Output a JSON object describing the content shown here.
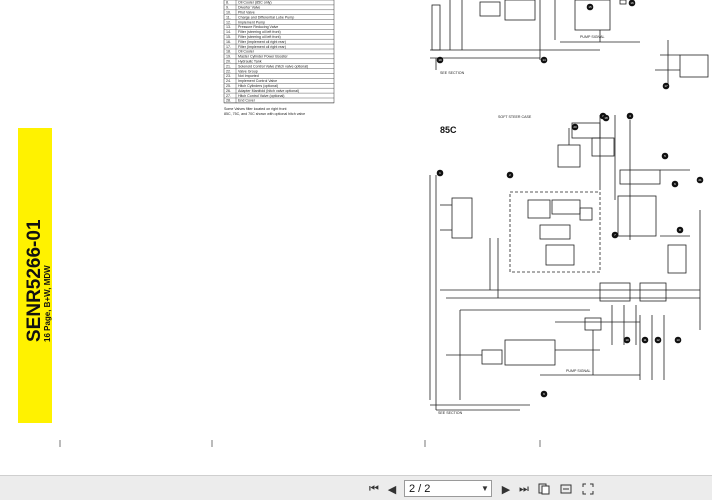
{
  "document": {
    "spine_code": "SENR5266-01",
    "spine_subtitle": "16 Page, B+W, MDW",
    "spine_color": "#fff200",
    "diagram_label": "85C",
    "legend_rows": [
      {
        "num": "8.",
        "text": "Oil Cooler (85C only)"
      },
      {
        "num": "9.",
        "text": "Diverter Valve"
      },
      {
        "num": "10.",
        "text": "Pilot Valve"
      },
      {
        "num": "11.",
        "text": "Charge and Differential Lube Pump"
      },
      {
        "num": "12.",
        "text": "Implement Pump"
      },
      {
        "num": "13.",
        "text": "Pressure Reducing Valve"
      },
      {
        "num": "14.",
        "text": "Filter (steering oil left front)"
      },
      {
        "num": "15.",
        "text": "Filter (steering oil left front)"
      },
      {
        "num": "16.",
        "text": "Filter (implement oil right rear)"
      },
      {
        "num": "17.",
        "text": "Filter (implement oil right rear)"
      },
      {
        "num": "18.",
        "text": "Oil Cooler"
      },
      {
        "num": "19.",
        "text": "Master Cylinder Power Booster"
      },
      {
        "num": "20.",
        "text": "Hydraulic Tank"
      },
      {
        "num": "21.",
        "text": "Solenoid Control Valve (hitch valve optional)"
      },
      {
        "num": "22.",
        "text": "Valve Group"
      },
      {
        "num": "23.",
        "text": "Not Imported"
      },
      {
        "num": "24.",
        "text": "Implement Control Valve"
      },
      {
        "num": "25.",
        "text": "Hitch Cylinders (optional)"
      },
      {
        "num": "26.",
        "text": "Adapter Manifold (hitch valve optional)"
      },
      {
        "num": "27.",
        "text": "Hitch Control Valve (optional)"
      },
      {
        "num": "28.",
        "text": "End Cover"
      }
    ],
    "legend_note_1": "Some Valves filter located on right front",
    "legend_note_2": "85C, 75C, and 70C shown with optional hitch valve",
    "label_pump_signal_top": "PUMP SIGNAL",
    "label_pump_signal_bottom": "PUMP SIGNAL",
    "label_sig_top": "SEE SECTION",
    "label_sig_bottom": "SEE SECTION",
    "label_steer": "SOFT STEER CASE",
    "callouts": [
      "1",
      "2",
      "3",
      "4",
      "5",
      "6",
      "7",
      "8",
      "9",
      "10",
      "11",
      "12",
      "13",
      "14",
      "15",
      "16",
      "17",
      "18",
      "19",
      "20",
      "21"
    ]
  },
  "toolbar": {
    "page_indicator": "2 / 2",
    "icons": {
      "first": "first-page-icon",
      "prev": "previous-page-icon",
      "next": "next-page-icon",
      "last": "last-page-icon",
      "fit_page": "fit-page-icon",
      "fit_width": "fit-width-icon",
      "fullscreen": "fullscreen-icon"
    }
  }
}
